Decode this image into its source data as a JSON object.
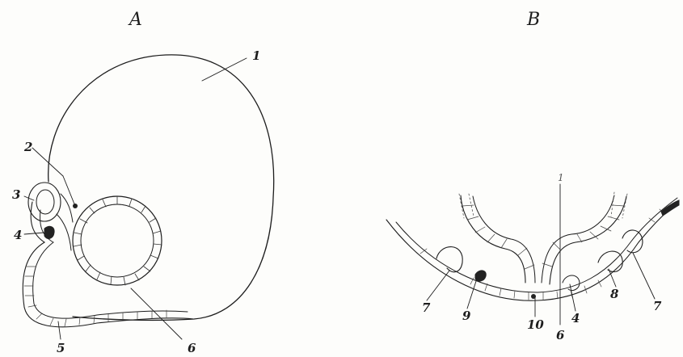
{
  "figure": {
    "panel_a_title": "A",
    "panel_b_title": "B",
    "labels_a": {
      "l1": "1",
      "l2": "2",
      "l3": "3",
      "l4": "4",
      "l5": "5",
      "l6": "6"
    },
    "labels_b": {
      "top": "1",
      "l7_left": "7",
      "l9": "9",
      "l10": "10",
      "l4": "4",
      "l6": "6",
      "l8": "8",
      "l7_right": "7"
    },
    "colors": {
      "ink": "#1d1d1d",
      "paper": "#fdfdfb",
      "dark": "#222222"
    }
  }
}
